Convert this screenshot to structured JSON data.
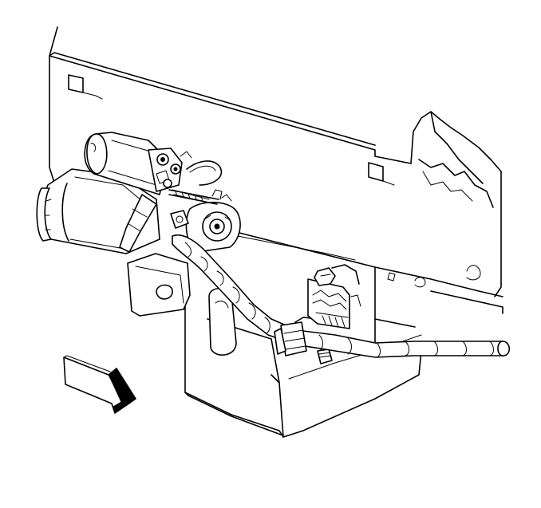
{
  "diagram": {
    "kind": "service-manual-line-illustration",
    "subject_parts": [
      "engine-block",
      "oil-pan",
      "starter-motor",
      "starter-solenoid",
      "battery-cable",
      "harness-clip",
      "mounting-bracket",
      "direction-arrow"
    ],
    "colors": {
      "line": "#000000",
      "background": "#ffffff",
      "arrow_shade": "#000000"
    }
  }
}
